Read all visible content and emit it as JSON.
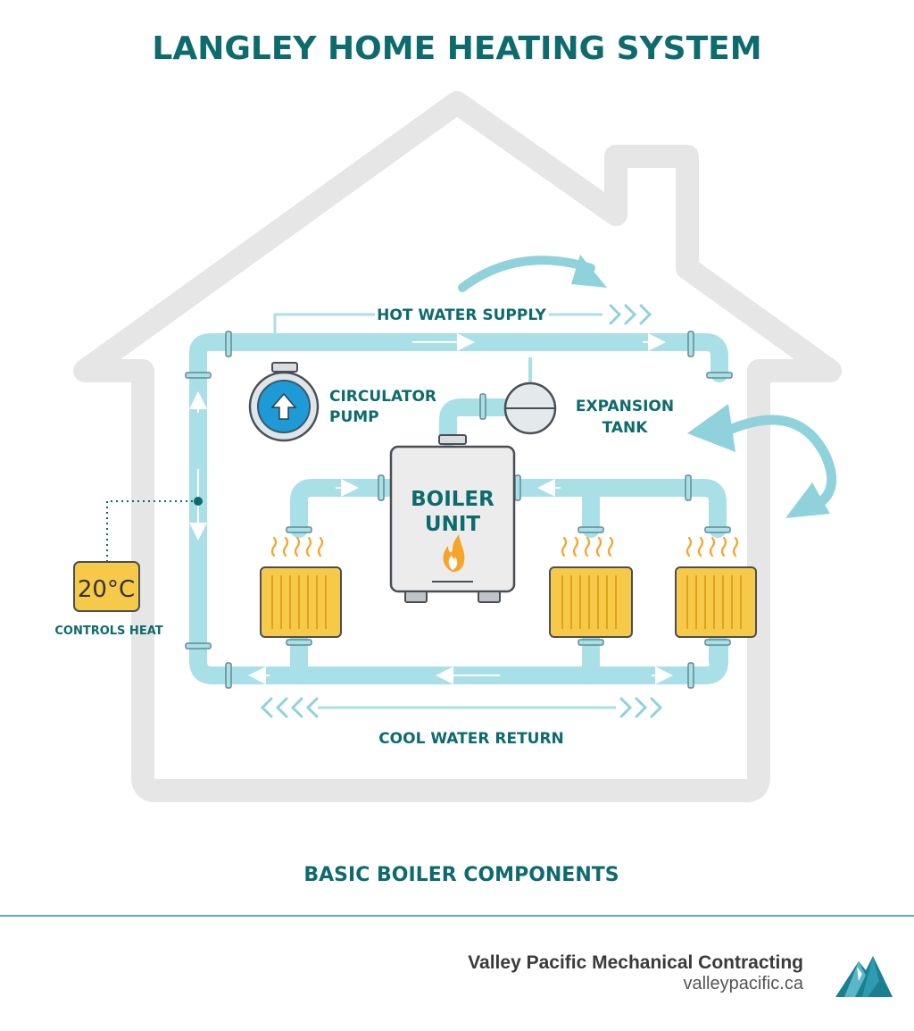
{
  "title": "LANGLEY HOME HEATING SYSTEM",
  "labels": {
    "hot_water_supply": "HOT WATER SUPPLY",
    "circulator_line1": "CIRCULATOR",
    "circulator_line2": "PUMP",
    "expansion_line1": "EXPANSION",
    "expansion_line2": "TANK",
    "boiler_line1": "BOILER",
    "boiler_line2": "UNIT",
    "thermostat_reading": "20°C",
    "controls_heat": "CONTROLS HEAT",
    "cool_water_return": "COOL WATER RETURN"
  },
  "subtitle": "BASIC BOILER COMPONENTS",
  "footer": {
    "company": "Valley Pacific Mechanical Contracting",
    "url": "valleypacific.ca"
  },
  "icons": [
    "pump-arrow-icon",
    "flame-icon",
    "heat-wave-icon",
    "mountain-logo-icon"
  ],
  "colors": {
    "teal_text": "#0d6b6e",
    "pipe": "#a9dfe6",
    "pipe_outline": "#8fcfd8",
    "house_outline": "#e6e6e6",
    "radiator": "#f7c948",
    "radiator_stroke": "#e0a21c",
    "heat_wave": "#f4a52a",
    "pump_blue": "#1e9ad6",
    "boiler_body": "#ececec",
    "divider": "#5aa9b5"
  }
}
